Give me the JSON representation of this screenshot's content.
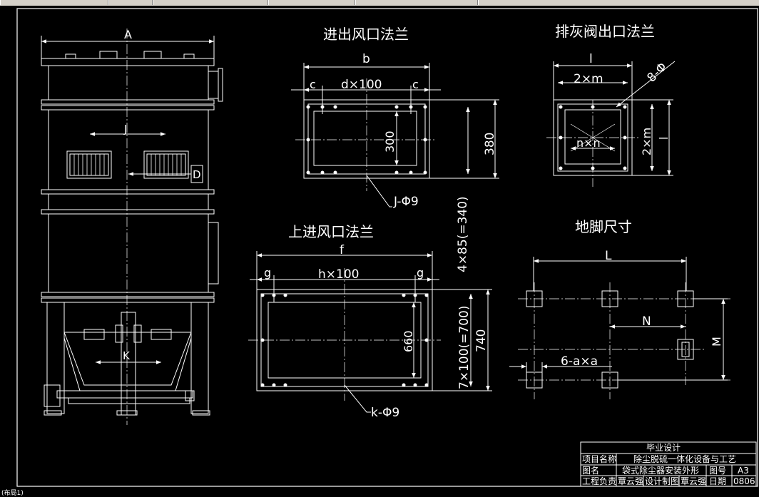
{
  "views": {
    "duct_flange": {
      "title": "进出风口法兰",
      "dim_b": "b",
      "dim_c_left": "c",
      "dim_d": "d×100",
      "dim_c_right": "c",
      "dim_300": "300",
      "dim_380": "380",
      "dim_holes": "J-Φ9",
      "dim_vertical_pitch": "4×85(=340)"
    },
    "ash_valve_flange": {
      "title": "排灰阀出口法兰",
      "dim_l": "l",
      "dim_2m_top": "2×m",
      "dim_8phi": "8-Φ",
      "dim_nxn": "n×n",
      "dim_2m_side": "2×m",
      "dim_l_side": "l"
    },
    "top_inlet_flange": {
      "title": "上进风口法兰",
      "dim_f": "f",
      "dim_g_left": "g",
      "dim_h": "h×100",
      "dim_g_right": "g",
      "dim_660": "660",
      "dim_740": "740",
      "dim_7x100": "7×100(=700)",
      "dim_holes": "k-Φ9"
    },
    "foot_size": {
      "title": "地脚尺寸",
      "dim_L": "L",
      "dim_N": "N",
      "dim_M": "M",
      "dim_6a": "6-a×a"
    },
    "main_elevation": {
      "dim_A": "A",
      "dim_J": "J",
      "dim_D": "D",
      "dim_K": "K"
    }
  },
  "title_block": {
    "header": "毕业设计",
    "project_label": "项目名称",
    "project_value": "除尘脱硫一体化设备与工艺",
    "drawing_label": "图名",
    "drawing_value": "袋式除尘器安装外形",
    "number_label": "图号",
    "number_value": "A3",
    "engineer_label": "工程负责",
    "engineer_value": "覃云强",
    "designer_label": "设计制图",
    "designer_value": "覃云强",
    "date_label": "日期",
    "date_value": "0806"
  },
  "status_text": "(布局1)",
  "colors": {
    "line": "#ffffff",
    "background": "#000000"
  }
}
